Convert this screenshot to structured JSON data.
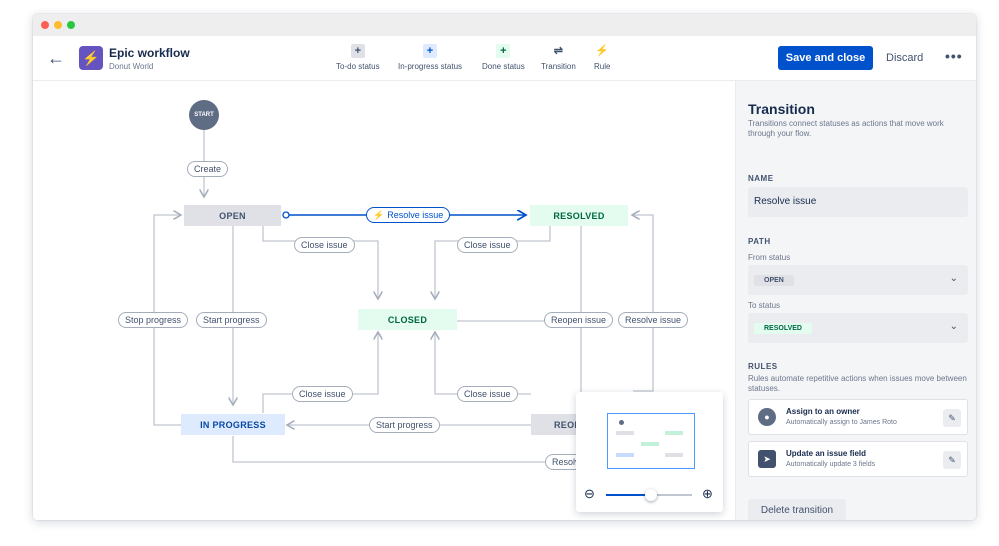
{
  "header": {
    "back_icon": "arrow-left-icon",
    "app_icon": "lightning-icon",
    "title": "Epic workflow",
    "subtitle": "Donut World",
    "tools": [
      {
        "label": "To-do status",
        "icon": "+",
        "color": "#42526e",
        "bg": "#dfe1e6"
      },
      {
        "label": "In-progress status",
        "icon": "+",
        "color": "#0052cc",
        "bg": "#deebff"
      },
      {
        "label": "Done status",
        "icon": "+",
        "color": "#006644",
        "bg": "#e3fcef"
      },
      {
        "label": "Transition",
        "icon": "⇌",
        "color": "#42526e",
        "bg": "transparent"
      },
      {
        "label": "Rule",
        "icon": "⚡",
        "color": "#42526e",
        "bg": "transparent"
      }
    ],
    "save_label": "Save and close",
    "discard_label": "Discard",
    "more_label": "•••"
  },
  "diagram": {
    "start_label": "START",
    "statuses": {
      "open": "OPEN",
      "resolved": "RESOLVED",
      "closed": "CLOSED",
      "in_progress": "IN PROGRESS",
      "reopened": "REOP"
    },
    "transitions": {
      "create": "Create",
      "resolve_issue_selected": "Resolve issue",
      "close_issue_1": "Close issue",
      "close_issue_2": "Close issue",
      "stop_progress": "Stop progress",
      "start_progress_1": "Start progress",
      "reopen_issue": "Reopen issue",
      "resolve_issue_2": "Resolve issue",
      "close_issue_3": "Close issue",
      "close_issue_4": "Close issue",
      "start_progress_2": "Start progress",
      "resolve_partial": "Resolv"
    }
  },
  "minimap": {
    "zoom_out_icon": "zoom-out-icon",
    "zoom_in_icon": "zoom-in-icon",
    "zoom_level": 0.52
  },
  "panel": {
    "title": "Transition",
    "description": "Transitions connect statuses as actions that move work through your flow.",
    "name_label": "NAME",
    "name_value": "Resolve issue",
    "path_label": "PATH",
    "from_label": "From status",
    "from_value": "OPEN",
    "to_label": "To status",
    "to_value": "RESOLVED",
    "rules_label": "RULES",
    "rules_desc": "Rules automate repetitive actions when issues move between statuses.",
    "rules": [
      {
        "title": "Assign to an owner",
        "subtitle": "Automatically assign to James Roto"
      },
      {
        "title": "Update an issue field",
        "subtitle": "Automatically update 3 fields"
      }
    ],
    "delete_label": "Delete transition"
  }
}
